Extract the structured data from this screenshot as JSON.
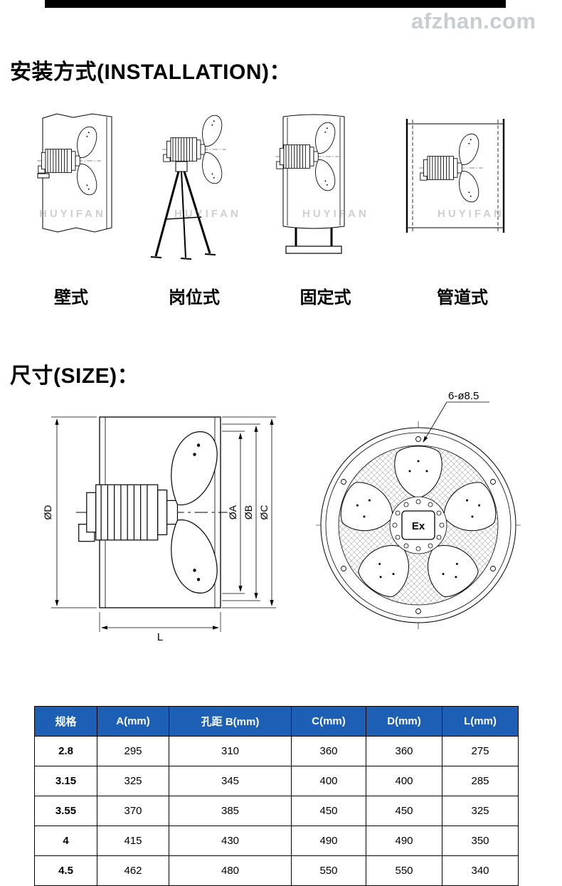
{
  "page": {
    "watermark": "afzhan.com",
    "drawing_watermark": "HUYIFAN"
  },
  "sections": {
    "installation": {
      "heading": "安装方式(INSTALLATION)：",
      "items": [
        {
          "label": "壁式"
        },
        {
          "label": "岗位式"
        },
        {
          "label": "固定式"
        },
        {
          "label": "管道式"
        }
      ]
    },
    "size": {
      "heading": "尺寸(SIZE)：",
      "dimension_labels": {
        "d": "ØD",
        "a": "ØA",
        "b": "ØB",
        "c": "ØC",
        "l": "L"
      },
      "front_view": {
        "hole_annotation": "6-ø8.5",
        "motor_marking": "Ex"
      }
    }
  },
  "table": {
    "headers": [
      "规格",
      "A(mm)",
      "孔距 B(mm)",
      "C(mm)",
      "D(mm)",
      "L(mm)"
    ],
    "rows": [
      [
        "2.8",
        "295",
        "310",
        "360",
        "360",
        "275"
      ],
      [
        "3.15",
        "325",
        "345",
        "400",
        "400",
        "285"
      ],
      [
        "3.55",
        "370",
        "385",
        "450",
        "450",
        "325"
      ],
      [
        "4",
        "415",
        "430",
        "490",
        "490",
        "350"
      ],
      [
        "4.5",
        "462",
        "480",
        "550",
        "550",
        "340"
      ]
    ],
    "header_bg": "#1d5fb4",
    "header_text": "#ffffff"
  }
}
